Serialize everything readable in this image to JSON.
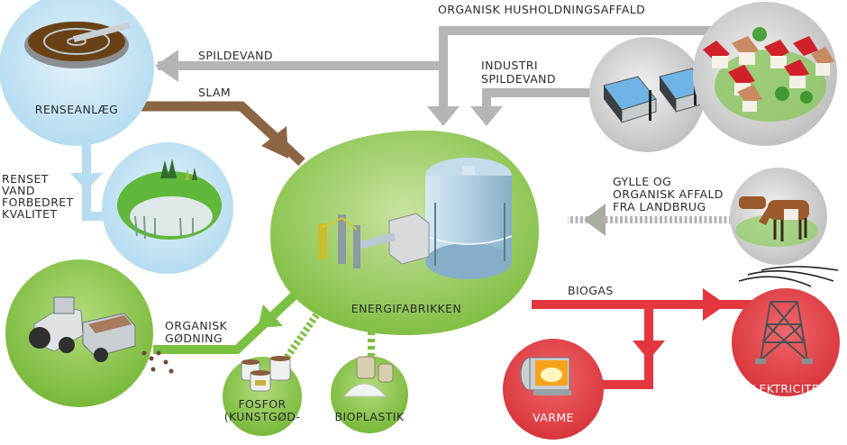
{
  "colors": {
    "gray_flow": "#b5b5b5",
    "brown_flow": "#8b6644",
    "blue_flow": "#b8dcef",
    "green_flow": "#7cc043",
    "red_flow": "#e3363f",
    "green_node": "#8dc64f",
    "blue_node": "#cbe7f5",
    "gray_node": "#d2d2d2",
    "red_node": "#df3b40",
    "text_dark": "#2b2b2b",
    "text_light": "#ffffff"
  },
  "nodes": {
    "renseanlaeg": {
      "label": "RENSEANLÆG",
      "icon": "water-treatment-plant-icon"
    },
    "wetland": {
      "icon": "wetland-lake-icon"
    },
    "energifabrikken": {
      "label": "ENERGIFABRIKKEN",
      "icon": "biogas-plant-icon"
    },
    "industry": {
      "icon": "factory-icon"
    },
    "households": {
      "icon": "houses-icon"
    },
    "farm": {
      "icon": "cows-icon"
    },
    "tractor": {
      "icon": "tractor-icon"
    },
    "fosfor": {
      "label_lines": [
        "FOSFOR",
        "(KUNSTGØD-"
      ],
      "icon": "fertilizer-bags-icon"
    },
    "bioplastik": {
      "label": "BIOPLASTIK",
      "icon": "bioplastic-sacks-icon"
    },
    "varme": {
      "label": "VARME",
      "icon": "boiler-icon"
    },
    "elektricitet": {
      "label": "ELEKTRICITET",
      "icon": "power-pylon-icon"
    }
  },
  "flows": {
    "spildevand": {
      "label": "SPILDEVAND"
    },
    "slam": {
      "label": "SLAM"
    },
    "husholdning": {
      "label": "ORGANISK HUSHOLDNINGSAFFALD"
    },
    "industri": {
      "label_lines": [
        "INDUSTRI",
        "SPILDEVAND"
      ]
    },
    "landbrug": {
      "label_lines": [
        "GYLLE OG",
        "ORGANISK AFFALD",
        "FRA LANDBRUG"
      ]
    },
    "renset_vand": {
      "label_lines": [
        "RENSET",
        "VAND",
        "FORBEDRET",
        "KVALITET"
      ]
    },
    "goedning": {
      "label_lines": [
        "ORGANISK",
        "GØDNING"
      ]
    },
    "biogas": {
      "label": "BIOGAS"
    }
  }
}
